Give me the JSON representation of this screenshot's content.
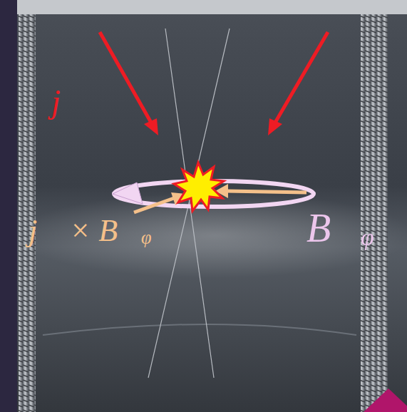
{
  "diagram": {
    "labels": [
      "j⃗",
      "j⃗ × B⃗ᵩ",
      "B⃗ᵩ"
    ]
  }
}
